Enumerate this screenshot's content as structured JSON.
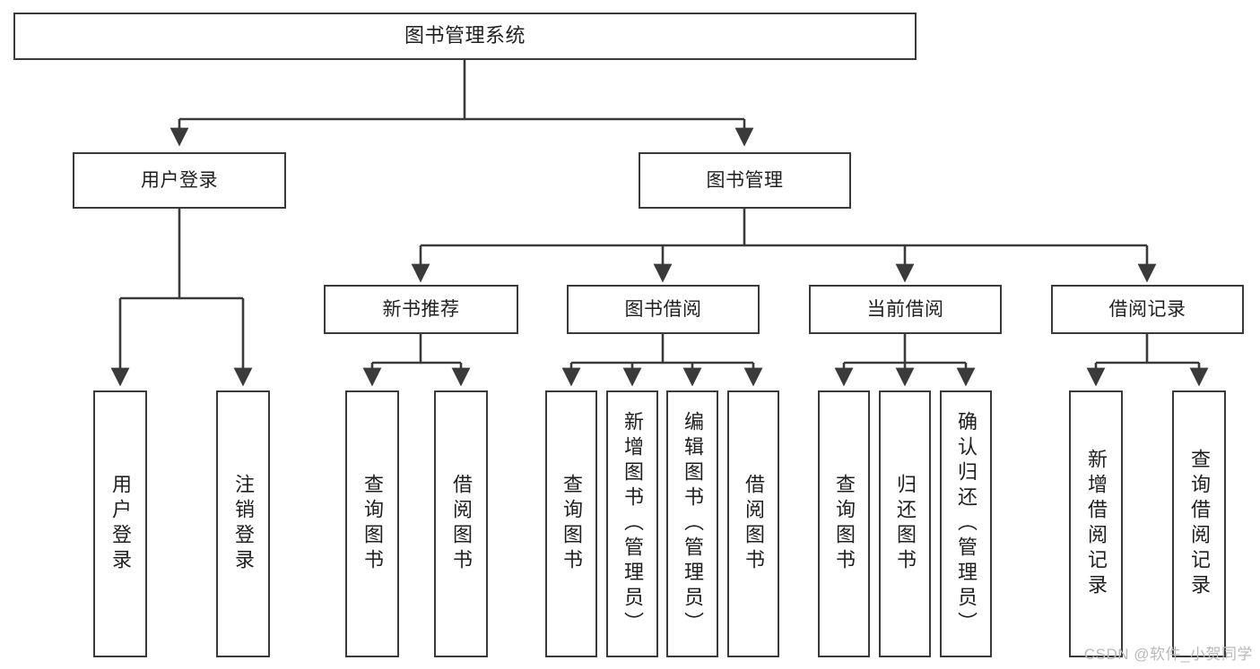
{
  "diagram": {
    "title": "图书管理系统",
    "type": "tree",
    "stroke_color": "#3a3a3a",
    "background_color": "#ffffff",
    "text_color": "#1f1f1f",
    "root": {
      "id": "root",
      "label": "图书管理系统"
    },
    "level2": [
      {
        "id": "user-login",
        "label": "用户登录"
      },
      {
        "id": "book-manage",
        "label": "图书管理"
      }
    ],
    "level3": [
      {
        "id": "new-book-rec",
        "label": "新书推荐",
        "parent": "book-manage"
      },
      {
        "id": "book-borrow",
        "label": "图书借阅",
        "parent": "book-manage"
      },
      {
        "id": "current-borrow",
        "label": "当前借阅",
        "parent": "book-manage"
      },
      {
        "id": "borrow-record",
        "label": "借阅记录",
        "parent": "book-manage"
      }
    ],
    "leaves": [
      {
        "id": "leaf-user-login",
        "label": "用户登录",
        "parent": "user-login"
      },
      {
        "id": "leaf-user-logout",
        "label": "注销登录",
        "parent": "user-login"
      },
      {
        "id": "leaf-query-book-1",
        "label": "查询图书",
        "parent": "new-book-rec"
      },
      {
        "id": "leaf-borrow-book-1",
        "label": "借阅图书",
        "parent": "new-book-rec"
      },
      {
        "id": "leaf-query-book-2",
        "label": "查询图书",
        "parent": "book-borrow"
      },
      {
        "id": "leaf-add-book",
        "label": "新增图书（管理员）",
        "parent": "book-borrow"
      },
      {
        "id": "leaf-edit-book",
        "label": "编辑图书（管理员）",
        "parent": "book-borrow"
      },
      {
        "id": "leaf-borrow-book-2",
        "label": "借阅图书",
        "parent": "book-borrow"
      },
      {
        "id": "leaf-query-book-3",
        "label": "查询图书",
        "parent": "current-borrow"
      },
      {
        "id": "leaf-return-book",
        "label": "归还图书",
        "parent": "current-borrow"
      },
      {
        "id": "leaf-confirm-return",
        "label": "确认归还（管理员）",
        "parent": "current-borrow"
      },
      {
        "id": "leaf-add-record",
        "label": "新增借阅记录",
        "parent": "borrow-record"
      },
      {
        "id": "leaf-query-record",
        "label": "查询借阅记录",
        "parent": "borrow-record"
      }
    ]
  },
  "watermark": {
    "text": "CSDN @软件_小贺同学"
  }
}
